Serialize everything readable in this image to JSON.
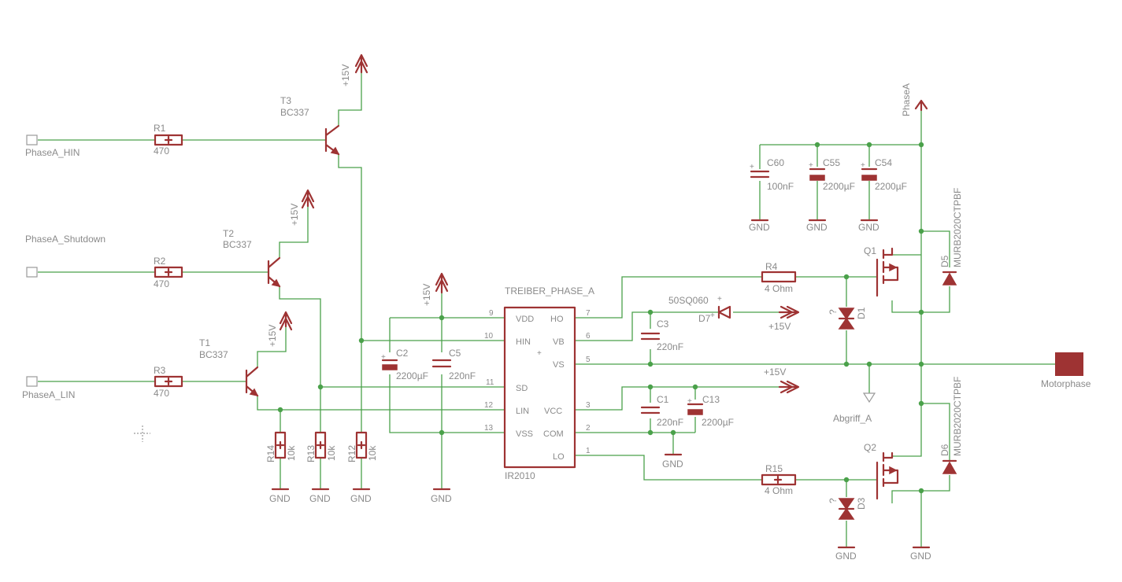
{
  "inputs": {
    "hin": "PhaseA_HIN",
    "shutdown": "PhaseA_Shutdown",
    "lin": "PhaseA_LIN"
  },
  "transistors": {
    "t1": {
      "ref": "T1",
      "value": "BC337"
    },
    "t2": {
      "ref": "T2",
      "value": "BC337"
    },
    "t3": {
      "ref": "T3",
      "value": "BC337"
    },
    "q1": {
      "ref": "Q1"
    },
    "q2": {
      "ref": "Q2"
    }
  },
  "resistors": {
    "r1": {
      "ref": "R1",
      "value": "470"
    },
    "r2": {
      "ref": "R2",
      "value": "470"
    },
    "r3": {
      "ref": "R3",
      "value": "470"
    },
    "r4": {
      "ref": "R4",
      "value": "4 Ohm"
    },
    "r15": {
      "ref": "R15",
      "value": "4 Ohm"
    },
    "r12": {
      "ref": "R12",
      "value": "10k"
    },
    "r13": {
      "ref": "R13",
      "value": "10k"
    },
    "r14": {
      "ref": "R14",
      "value": "10k"
    }
  },
  "capacitors": {
    "c1": {
      "ref": "C1",
      "value": "220nF"
    },
    "c2": {
      "ref": "C2",
      "value": "2200µF"
    },
    "c3": {
      "ref": "C3",
      "value": "220nF"
    },
    "c5": {
      "ref": "C5",
      "value": "220nF"
    },
    "c13": {
      "ref": "C13",
      "value": "2200µF"
    },
    "c54": {
      "ref": "C54",
      "value": "2200µF"
    },
    "c55": {
      "ref": "C55",
      "value": "2200µF"
    },
    "c60": {
      "ref": "C60",
      "value": "100nF"
    }
  },
  "diodes": {
    "d1": {
      "ref": "D1",
      "value": "?"
    },
    "d3": {
      "ref": "D3",
      "value": "?"
    },
    "d5": {
      "ref": "D5",
      "value": "MURB2020CTPBF"
    },
    "d6": {
      "ref": "D6",
      "value": "MURB2020CTPBF"
    },
    "d7": {
      "ref": "D7",
      "value": "50SQ060"
    }
  },
  "driver": {
    "name": "TREIBER_PHASE_A",
    "part": "IR2010",
    "pins_left": [
      {
        "num": "9",
        "name": "VDD"
      },
      {
        "num": "10",
        "name": "HIN"
      },
      {
        "num": "11",
        "name": "SD"
      },
      {
        "num": "12",
        "name": "LIN"
      },
      {
        "num": "13",
        "name": "VSS"
      }
    ],
    "pins_right": [
      {
        "num": "7",
        "name": "HO"
      },
      {
        "num": "6",
        "name": "VB"
      },
      {
        "num": "5",
        "name": "VS"
      },
      {
        "num": "3",
        "name": "VCC"
      },
      {
        "num": "2",
        "name": "COM"
      },
      {
        "num": "1",
        "name": "LO"
      }
    ],
    "plus": "+"
  },
  "supplies": {
    "v15": "+15V",
    "gnd": "GND",
    "plus": "+"
  },
  "nets": {
    "phase_a": "PhaseA",
    "abgriff": "Abgriff_A",
    "motor": "Motorphase"
  },
  "colors": {
    "wire": "#4aa14a",
    "symbol": "#9e3333",
    "text": "#8a8a8a"
  }
}
